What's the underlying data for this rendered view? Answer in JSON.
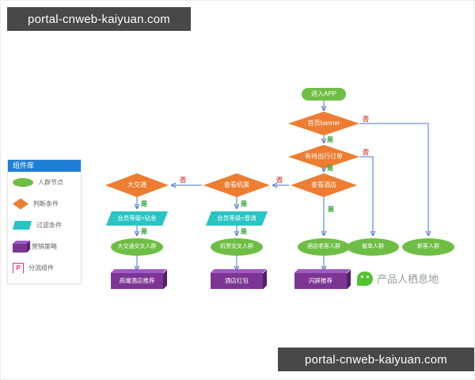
{
  "watermarks": {
    "top_left": "portal-cnweb-kaiyuan.com",
    "bottom_right": "portal-cnweb-kaiyuan.com"
  },
  "brand": {
    "name": "产品人栖息地"
  },
  "legend": {
    "title": "组件库",
    "items": [
      {
        "label": "人群节点",
        "shape": "ellipse",
        "color": "#6ebe45"
      },
      {
        "label": "判断条件",
        "shape": "diamond",
        "color": "#ed7d31"
      },
      {
        "label": "过滤条件",
        "shape": "parallelogram",
        "color": "#29c4c4"
      },
      {
        "label": "营销策略",
        "shape": "cube",
        "color": "#7d3594"
      },
      {
        "label": "分流组件",
        "shape": "flag",
        "glyph": "P",
        "color": "#ec2d88"
      }
    ]
  },
  "flow": {
    "labels": {
      "yes": "是",
      "no": "否"
    },
    "nodes": {
      "start": "进入APP",
      "banner": "首页banner",
      "pending_order": "有待出行订单",
      "view_hotel": "查看酒店",
      "view_flight": "查看机票",
      "big_traffic": "大交通",
      "filter_gold": "会员等级=钻金",
      "filter_normal": "会员等级=普通",
      "crowd_traffic": "大交通交叉人群",
      "crowd_flight": "机票交叉人群",
      "crowd_hotel_regular": "酒店老客人群",
      "crowd_remind": "催单人群",
      "crowd_new": "新客人群",
      "strategy_highend": "高端酒店推荐",
      "strategy_redpacket": "酒店红包",
      "strategy_flash": "闪屏推荐"
    }
  },
  "colors": {
    "crowd_node": "#6ebe45",
    "condition": "#ed7d31",
    "filter": "#29c4c4",
    "strategy": "#7d3594",
    "connector": "#4a74c9",
    "yes_label": "#2ea12e",
    "no_label": "#e2483d",
    "legend_header": "#1f7fd6",
    "wechat_green": "#51c332"
  }
}
